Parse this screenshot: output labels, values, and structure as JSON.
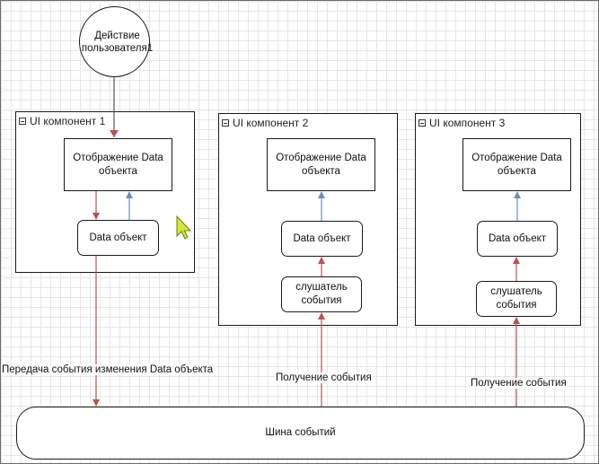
{
  "nodes": {
    "user_action": "Действие\nпользователя1",
    "components": [
      {
        "title": "UI компонент 1",
        "display": "Отображение Data\nобъекта",
        "data": "Data объект"
      },
      {
        "title": "UI компонент 2",
        "display": "Отображение Data\nобъекта",
        "data": "Data объект",
        "listener": "слушатель\nсобытия"
      },
      {
        "title": "UI компонент 3",
        "display": "Отображение Data\nобъекта",
        "data": "Data объект",
        "listener": "слушатель\nсобытия"
      }
    ],
    "event_bus": "Шина событий"
  },
  "edge_labels": {
    "publish": "Передача события изменения Data объекта",
    "receive_2": "Получение события",
    "receive_3": "Получение события"
  },
  "colors": {
    "red_arrow": "#b85450",
    "blue_arrow": "#6c8ebf",
    "gray_arrow": "#555555",
    "cursor": "#d4e63a"
  }
}
